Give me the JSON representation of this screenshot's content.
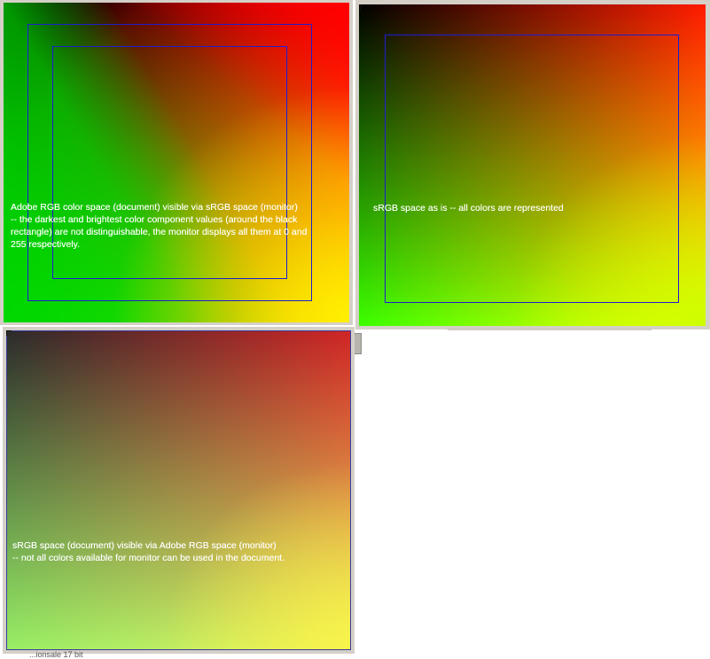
{
  "panels": {
    "adobe_on_srgb": {
      "caption": "Adobe RGB color space (document) visible via sRGB space (monitor)\n-- the  darkest and brightest color component values (around the black\nrectangle) are not distinguishable, the monitor displays all them at 0 and\n255 respectively."
    },
    "srgb_as_is": {
      "caption": "sRGB space as is -- all colors are represented"
    },
    "srgb_on_adobe": {
      "caption": "sRGB space (document) visible via Adobe RGB space (monitor)\n-- not all colors available for monitor        can be used in the document."
    }
  },
  "background_fragments": {
    "partial_label_bottom": "...ionsale 17 bit"
  },
  "colors": {
    "panel_frame": "#d4d0c8",
    "inner_rect_line": "#1e1ecc",
    "caption_text": "#ffffff",
    "desktop_background": "#ffffff"
  },
  "icons": [
    "corner-marker-icon",
    "scrollbar-thumb"
  ]
}
